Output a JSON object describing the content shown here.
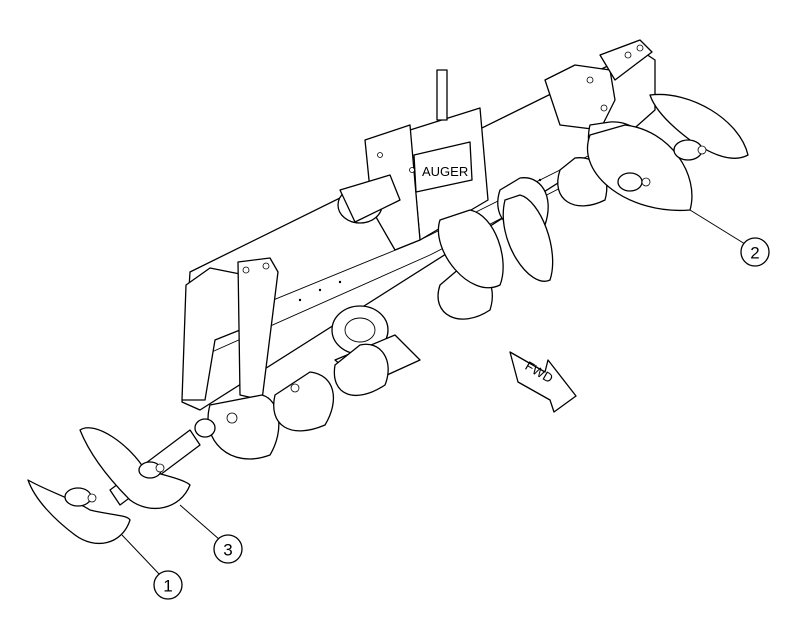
{
  "labels": {
    "auger": "AUGER",
    "forward": "FWD"
  },
  "callouts": [
    {
      "id": "callout-1",
      "number": "1"
    },
    {
      "id": "callout-2",
      "number": "2"
    },
    {
      "id": "callout-3",
      "number": "3"
    }
  ],
  "colors": {
    "line": "#000000",
    "background": "#ffffff"
  }
}
